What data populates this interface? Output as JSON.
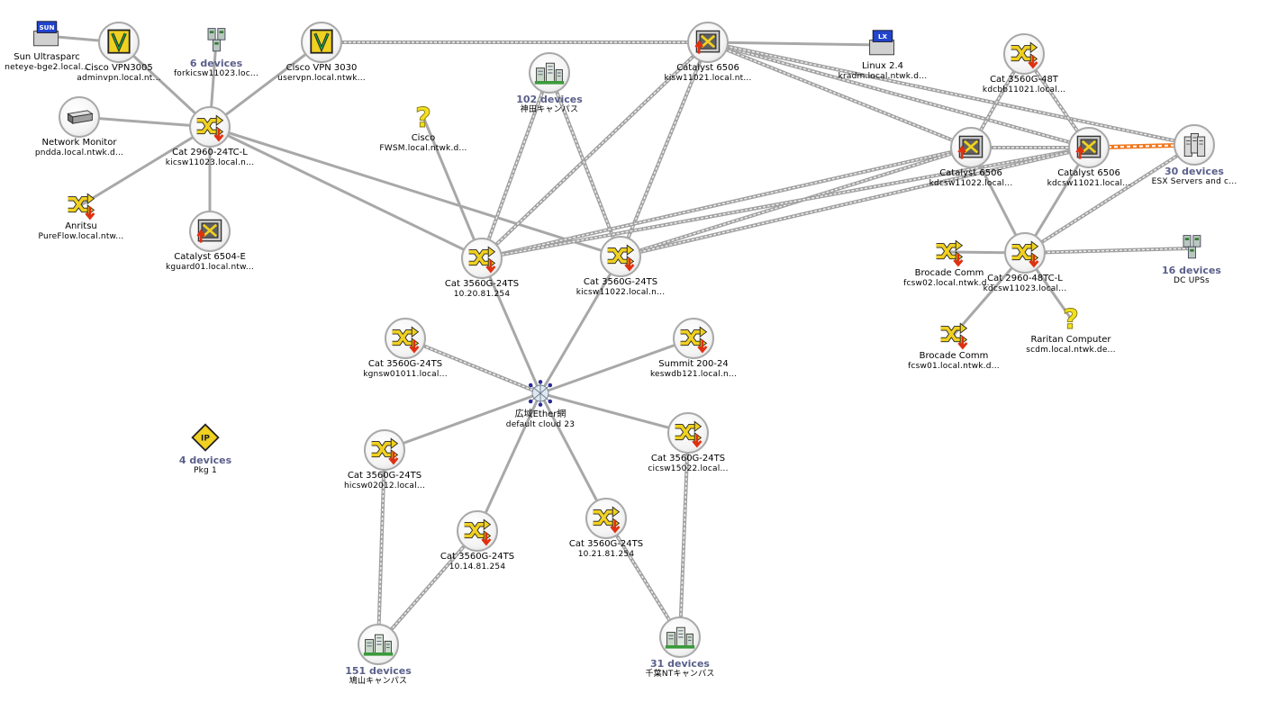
{
  "nodes": [
    {
      "id": "sun",
      "label": "Sun Ultrasparc",
      "sub": "neteye-bge2.local...",
      "icon": "sun-ux-icon"
    },
    {
      "id": "vpn3005",
      "label": "Cisco VPN3005",
      "sub": "adminvpn.local.nt...",
      "icon": "vpn-icon"
    },
    {
      "id": "fork",
      "count": "6 devices",
      "sub": "forkicsw11023.loc...",
      "icon": "device-group-icon"
    },
    {
      "id": "vpn3030",
      "label": "Cisco VPN 3030",
      "sub": "uservpn.local.ntwk...",
      "icon": "vpn-icon"
    },
    {
      "id": "kisw",
      "label": "Catalyst 6506",
      "sub": "kisw11021.local.nt...",
      "icon": "router-icon"
    },
    {
      "id": "linux",
      "label": "Linux 2.4",
      "sub": "kradm.local.ntwk.d...",
      "icon": "linux-icon"
    },
    {
      "id": "kdcbb",
      "label": "Cat 3560G-48T",
      "sub": "kdcbb11021.local...",
      "icon": "switch-icon"
    },
    {
      "id": "netmon",
      "label": "Network Monitor",
      "sub": "pndda.local.ntwk.d...",
      "icon": "appliance-icon"
    },
    {
      "id": "kicsw",
      "label": "Cat 2960-24TC-L",
      "sub": "kicsw11023.local.n...",
      "icon": "switch-icon"
    },
    {
      "id": "kanda",
      "count": "102 devices",
      "sub": "神田キャンパス",
      "icon": "campus-icon"
    },
    {
      "id": "fwsm",
      "label": "Cisco",
      "sub": "FWSM.local.ntwk.d...",
      "icon": "unknown-icon"
    },
    {
      "id": "kdcsw22",
      "label": "Catalyst 6506",
      "sub": "kdcsw11022.local...",
      "icon": "router-icon"
    },
    {
      "id": "kdcsw21",
      "label": "Catalyst 6506",
      "sub": "kdcsw11021.local...",
      "icon": "router-icon"
    },
    {
      "id": "esx",
      "count": "30 devices",
      "sub": "ESX Servers and c...",
      "icon": "server-group-icon"
    },
    {
      "id": "anritsu",
      "label": "Anritsu",
      "sub": "PureFlow.local.ntw...",
      "icon": "switch-icon"
    },
    {
      "id": "kguard",
      "label": "Catalyst 6504-E",
      "sub": "kguard01.local.ntw...",
      "icon": "router-icon"
    },
    {
      "id": "c1",
      "label": "Cat 3560G-24TS",
      "sub": "10.20.81.254",
      "icon": "switch-icon"
    },
    {
      "id": "kicsw22",
      "label": "Cat 3560G-24TS",
      "sub": "kicsw11022.local.n...",
      "icon": "switch-icon"
    },
    {
      "id": "fcsw02",
      "label": "Brocade Comm",
      "sub": "fcsw02.local.ntwk.d...",
      "icon": "switch-icon"
    },
    {
      "id": "kdcsw23",
      "label": "Cat 2960-48TC-L",
      "sub": "kdcsw11023.local...",
      "icon": "switch-icon"
    },
    {
      "id": "ups",
      "count": "16 devices",
      "sub": "DC UPSs",
      "icon": "device-group-icon"
    },
    {
      "id": "raritan",
      "label": "Raritan Computer",
      "sub": "scdm.local.ntwk.de...",
      "icon": "unknown-icon"
    },
    {
      "id": "fcsw01",
      "label": "Brocade Comm",
      "sub": "fcsw01.local.ntwk.d...",
      "icon": "switch-icon"
    },
    {
      "id": "kgnsw",
      "label": "Cat 3560G-24TS",
      "sub": "kgnsw01011.local...",
      "icon": "switch-icon"
    },
    {
      "id": "summit",
      "label": "Summit 200-24",
      "sub": "keswdb121.local.n...",
      "icon": "switch-icon"
    },
    {
      "id": "cloud",
      "label": "広域Ether網",
      "sub": "default cloud 23",
      "icon": "cloud-icon"
    },
    {
      "id": "pkg",
      "count": "4 devices",
      "sub": "Pkg 1",
      "icon": "ip-icon"
    },
    {
      "id": "hicsw",
      "label": "Cat 3560G-24TS",
      "sub": "hicsw02012.local...",
      "icon": "switch-icon"
    },
    {
      "id": "cicsw",
      "label": "Cat 3560G-24TS",
      "sub": "cicsw15022.local...",
      "icon": "switch-icon"
    },
    {
      "id": "c14",
      "label": "Cat 3560G-24TS",
      "sub": "10.14.81.254",
      "icon": "switch-icon"
    },
    {
      "id": "c21",
      "label": "Cat 3560G-24TS",
      "sub": "10.21.81.254",
      "icon": "switch-icon"
    },
    {
      "id": "hato",
      "count": "151 devices",
      "sub": "鳩山キャンパス",
      "icon": "campus-icon"
    },
    {
      "id": "chiba",
      "count": "31 devices",
      "sub": "千葉NTキャンパス",
      "icon": "campus-icon"
    }
  ],
  "links": [
    {
      "from": "sun",
      "to": "vpn3005",
      "style": "solid"
    },
    {
      "from": "vpn3005",
      "to": "kicsw",
      "style": "solid"
    },
    {
      "from": "fork",
      "to": "kicsw",
      "style": "solid"
    },
    {
      "from": "vpn3030",
      "to": "kicsw",
      "style": "solid"
    },
    {
      "from": "netmon",
      "to": "kicsw",
      "style": "solid"
    },
    {
      "from": "anritsu",
      "to": "kicsw",
      "style": "solid"
    },
    {
      "from": "kguard",
      "to": "kicsw",
      "style": "solid"
    },
    {
      "from": "kicsw",
      "to": "c1",
      "style": "solid"
    },
    {
      "from": "kicsw",
      "to": "kicsw22",
      "style": "solid"
    },
    {
      "from": "vpn3030",
      "to": "kisw",
      "style": "double"
    },
    {
      "from": "kisw",
      "to": "linux",
      "style": "solid"
    },
    {
      "from": "kisw",
      "to": "c1",
      "style": "double"
    },
    {
      "from": "kisw",
      "to": "kicsw22",
      "style": "double"
    },
    {
      "from": "kisw",
      "to": "kdcsw22",
      "style": "double"
    },
    {
      "from": "kisw",
      "to": "kdcsw21",
      "style": "double"
    },
    {
      "from": "kisw",
      "to": "esx",
      "style": "double"
    },
    {
      "from": "kanda",
      "to": "c1",
      "style": "double"
    },
    {
      "from": "kanda",
      "to": "kicsw22",
      "style": "double"
    },
    {
      "from": "fwsm",
      "to": "c1",
      "style": "solid"
    },
    {
      "from": "kdcbb",
      "to": "kdcsw22",
      "style": "double"
    },
    {
      "from": "kdcbb",
      "to": "kdcsw21",
      "style": "double"
    },
    {
      "from": "kdcsw22",
      "to": "kdcsw21",
      "style": "double"
    },
    {
      "from": "kdcsw22",
      "to": "c1",
      "style": "double"
    },
    {
      "from": "kdcsw22",
      "to": "kicsw22",
      "style": "double"
    },
    {
      "from": "kdcsw21",
      "to": "c1",
      "style": "double"
    },
    {
      "from": "kdcsw21",
      "to": "kicsw22",
      "style": "double"
    },
    {
      "from": "kdcsw21",
      "to": "esx",
      "style": "orange"
    },
    {
      "from": "kdcsw22",
      "to": "kdcsw23",
      "style": "solid"
    },
    {
      "from": "kdcsw21",
      "to": "kdcsw23",
      "style": "solid"
    },
    {
      "from": "esx",
      "to": "kdcsw23",
      "style": "double"
    },
    {
      "from": "kdcsw23",
      "to": "ups",
      "style": "double"
    },
    {
      "from": "kdcsw23",
      "to": "fcsw02",
      "style": "solid"
    },
    {
      "from": "kdcsw23",
      "to": "fcsw01",
      "style": "solid"
    },
    {
      "from": "kdcsw23",
      "to": "raritan",
      "style": "solid"
    },
    {
      "from": "c1",
      "to": "cloud",
      "style": "solid"
    },
    {
      "from": "kicsw22",
      "to": "cloud",
      "style": "solid"
    },
    {
      "from": "kgnsw",
      "to": "cloud",
      "style": "double"
    },
    {
      "from": "summit",
      "to": "cloud",
      "style": "solid"
    },
    {
      "from": "hicsw",
      "to": "cloud",
      "style": "solid"
    },
    {
      "from": "cicsw",
      "to": "cloud",
      "style": "solid"
    },
    {
      "from": "c14",
      "to": "cloud",
      "style": "solid"
    },
    {
      "from": "c21",
      "to": "cloud",
      "style": "solid"
    },
    {
      "from": "hicsw",
      "to": "hato",
      "style": "double"
    },
    {
      "from": "c14",
      "to": "hato",
      "style": "double"
    },
    {
      "from": "cicsw",
      "to": "chiba",
      "style": "double"
    },
    {
      "from": "c21",
      "to": "chiba",
      "style": "double"
    }
  ],
  "colors": {
    "link": "#a8a8a8",
    "link_alt": "#d8d8d8",
    "orange": "#f07820",
    "switch_yellow": "#f0d020",
    "arrow_red": "#e03010",
    "count_text": "#5a5f8a"
  }
}
